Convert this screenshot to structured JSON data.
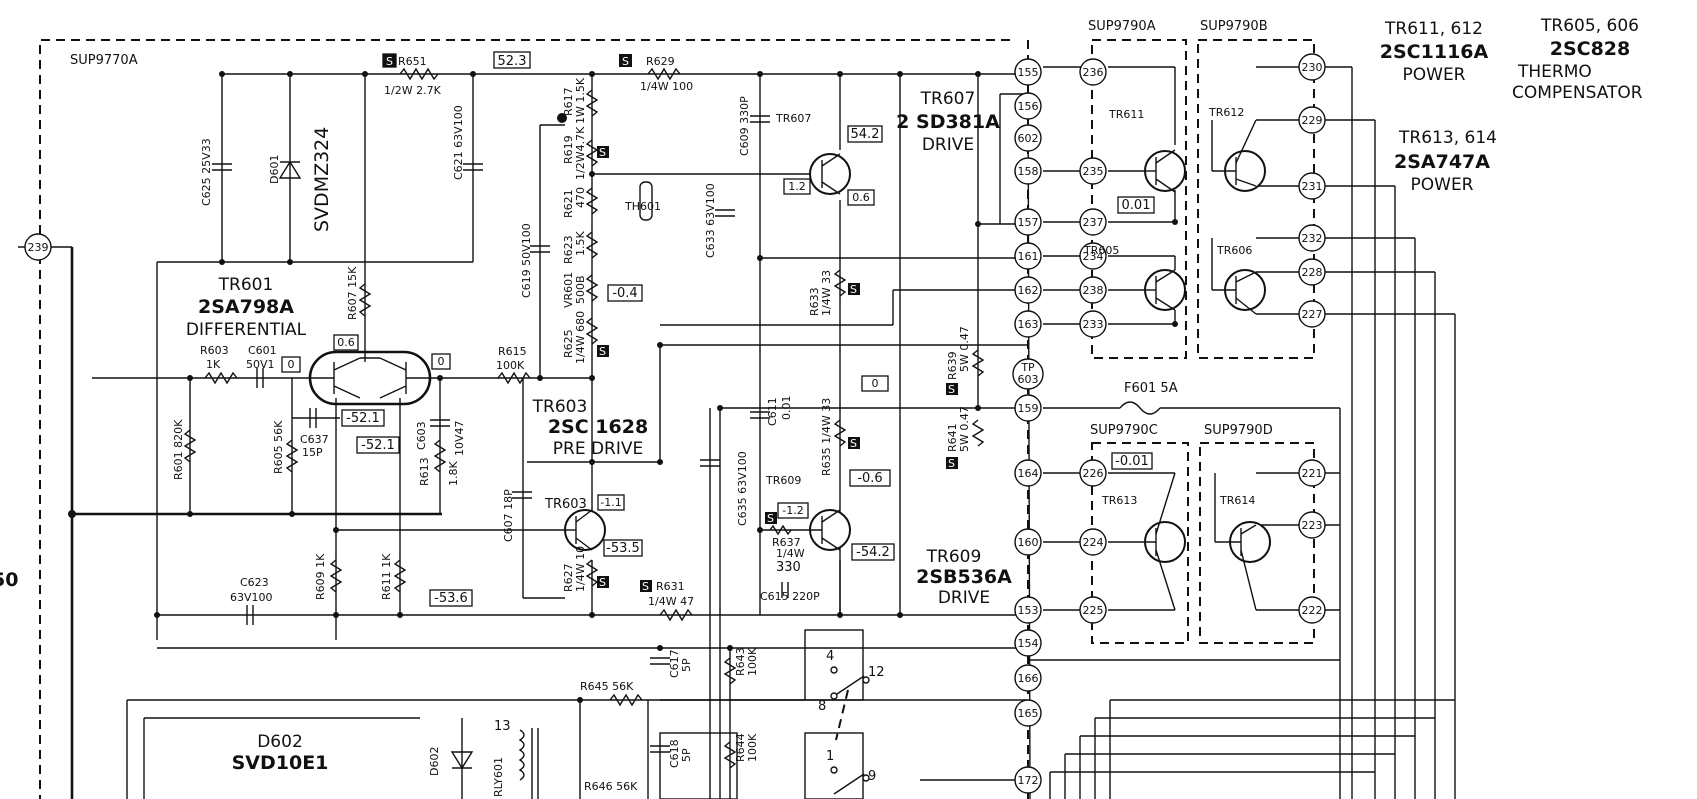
{
  "modules": {
    "main": "SUP9770A",
    "a": "SUP9790A",
    "b": "SUP9790B",
    "c": "SUP9790C",
    "d": "SUP9790D"
  },
  "notes": {
    "n1": "TR611, 612",
    "n1_part": "2SC1116A",
    "n1_role": "POWER",
    "n2": "TR605, 606",
    "n2_part": "2SC828",
    "n2_role1": "THERMO",
    "n2_role2": "COMPENSATOR",
    "n3": "TR613, 614",
    "n3_part": "2SA747A",
    "n3_role": "POWER"
  },
  "semis": {
    "tr601": "TR601",
    "tr601_part": "2SA798A",
    "tr601_role": "DIFFERENTIAL",
    "tr603": "TR603",
    "tr603_part": "2SC 1628",
    "tr603_role": "PRE DRIVE",
    "tr603_small": "TR603",
    "tr607": "TR607",
    "tr607_part": "2 SD381A",
    "tr607_role": "DRIVE",
    "tr607_small": "TR607",
    "tr609": "TR609",
    "tr609_part": "2SB536A",
    "tr609_role": "DRIVE",
    "tr609_small": "TR609",
    "tr611": "TR611",
    "tr612": "TR612",
    "tr605": "TR605",
    "tr606": "TR606",
    "tr613": "TR613",
    "tr614": "TR614",
    "d601": "D601",
    "d601_part": "SVDMZ324",
    "d602": "D602",
    "d602_part": "SVD10E1",
    "d602_small": "D602",
    "rly601": "RLY601",
    "th601": "TH601"
  },
  "components": {
    "c625": "C625 25V33",
    "r651": "R651",
    "r651_val": "1/2W 2.7K",
    "c621": "C621 63V100",
    "r607": "R607 15K",
    "r603": "R603",
    "r603_val": "1K",
    "c601": "C601",
    "c601_val": "50V1",
    "r601": "R601 820K",
    "r605": "R605 56K",
    "c637": "C637",
    "c637_val": "15P",
    "c603": "C603",
    "c603_val": "10V47",
    "r613": "R613",
    "r613_val": "1.8K",
    "c623": "C623",
    "c623_val": "63V100",
    "r609": "R609 1K",
    "r611": "R611 1K",
    "r629": "R629",
    "r629_val": "1/4W 100",
    "r617": "R617",
    "r617_val": "1W 1.5K",
    "r619": "R619",
    "r619_val": "1/2W4.7K",
    "r621": "R621",
    "r621_val": "470",
    "r623": "R623",
    "r623_val": "1.5K",
    "vr601": "VR601",
    "vr601_val": "500B",
    "r625": "R625",
    "r625_val": "1/4W 680",
    "c619": "C619 50V100",
    "r615": "R615",
    "r615_val": "100K",
    "c607": "C607 18P",
    "r627": "R627",
    "r627_val": "1/4W 10",
    "r631": "R631",
    "r631_val": "1/4W 47",
    "c609": "C609 330P",
    "c633": "C633 63V100",
    "c635": "C635 63V100",
    "c611": "C611",
    "c611_val": "0.01",
    "r633": "R633",
    "r633_val": "1/4W 33",
    "r635": "R635 1/4W 33",
    "r637": "R637",
    "r637_val1": "1/4W",
    "r637_val2": "330",
    "c615": "C615 220P",
    "c617": "C617",
    "c617_val": "5P",
    "r643": "R643",
    "r643_val": "100K",
    "c618": "C618",
    "c618_val": "5P",
    "r644": "R644",
    "r644_val": "100K",
    "r645": "R645 56K",
    "r646": "R646 56K",
    "r639": "R639",
    "r639_val": "5W 0.47",
    "r641": "R641",
    "r641_val": "5W 0.47",
    "f601": "F601 5A",
    "tp603_a": "TP",
    "tp603_b": "603",
    "s": "S"
  },
  "voltages": {
    "v523": "52.3",
    "v06a": "0.6",
    "v0a": "0",
    "v521a": "-52.1",
    "v521b": "-52.1",
    "v12": "1.2",
    "v06b": "0.6",
    "v542a": "54.2",
    "v04": "-0.4",
    "v001a": "0.01",
    "v0b": "0",
    "v06c": "-0.6",
    "v11": "-1.1",
    "v12b": "-1.2",
    "v535": "-53.5",
    "v542b": "-54.2",
    "v536": "-53.6",
    "v001b": "-0.01"
  },
  "terminals": {
    "t239": "239",
    "t155": "155",
    "t156": "156",
    "t602": "602",
    "t158": "158",
    "t157": "157",
    "t161": "161",
    "t162": "162",
    "t163": "163",
    "t159": "159",
    "t164": "164",
    "t160": "160",
    "t153": "153",
    "t154": "154",
    "t166": "166",
    "t165": "165",
    "t172": "172",
    "t236": "236",
    "t235": "235",
    "t237": "237",
    "t234": "234",
    "t238": "238",
    "t233": "233",
    "t230": "230",
    "t229": "229",
    "t231": "231",
    "t232": "232",
    "t228": "228",
    "t227": "227",
    "t226": "226",
    "t224": "224",
    "t225": "225",
    "t221": "221",
    "t223": "223",
    "t222": "222"
  },
  "relay_pins": {
    "p4": "4",
    "p12": "12",
    "p8": "8",
    "p1": "1",
    "p9": "9",
    "p13": "13",
    "edge": "50"
  }
}
